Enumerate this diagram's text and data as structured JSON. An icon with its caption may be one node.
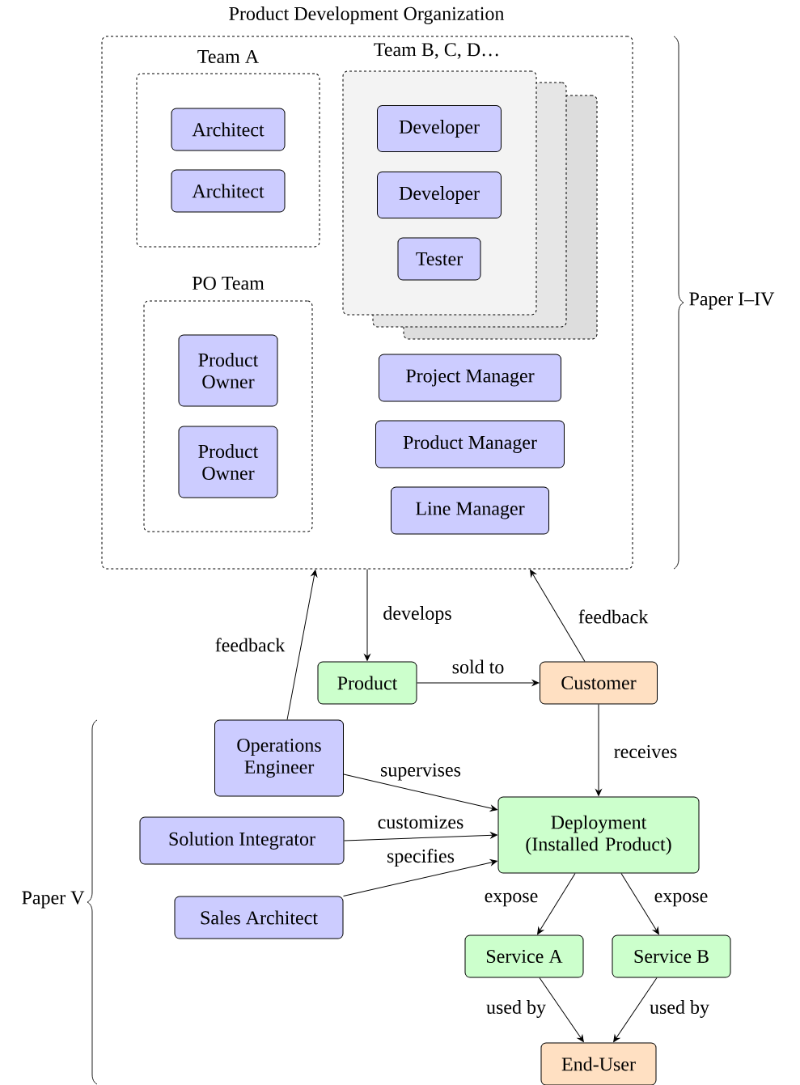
{
  "diagram": {
    "nodes": [
      {
        "text": [
          "Product Development Organization"
        ]
      },
      {
        "text": [
          "Team A"
        ],
        "in": 0
      },
      {
        "text": [
          "Architect"
        ],
        "in": 1
      },
      {
        "text": [
          "Architect"
        ],
        "in": 1
      },
      {
        "text": [],
        "shape": "box",
        "in": 0
      },
      {
        "text": [],
        "shape": "box",
        "in": 0
      },
      {
        "text": [
          "Team B, C, D…"
        ],
        "in": 0
      },
      {
        "text": [
          "Developer"
        ],
        "in": 6
      },
      {
        "text": [
          "Developer"
        ],
        "in": 6
      },
      {
        "text": [
          "Tester"
        ]
      },
      {
        "text": [
          "PO Team"
        ],
        "in": 0
      },
      {
        "text": [
          "Product Owner"
        ],
        "in": 10
      },
      {
        "text": [
          "Product Owner"
        ],
        "in": 10
      },
      {
        "text": [
          "Project Manager"
        ],
        "in": 0
      },
      {
        "text": [
          "Product Manager"
        ],
        "in": 0
      },
      {
        "text": [
          "Line Manager"
        ],
        "in": 0
      },
      {
        "text": [
          "Product"
        ]
      },
      {
        "text": [
          "Customer"
        ]
      },
      {
        "text": [
          "Operations Engineer"
        ]
      },
      {
        "text": [
          "Solution Integrator"
        ]
      },
      {
        "text": [
          "Sales Architect"
        ]
      },
      {
        "text": [
          "Deployment (Installed Product)"
        ]
      },
      {
        "text": [
          "Service A"
        ]
      },
      {
        "text": [
          "Service B"
        ]
      },
      {
        "text": [
          "End-User"
        ]
      }
    ],
    "edges": [
      {
        "from": 0,
        "to": 16,
        "arrow": "to",
        "label": "develops"
      },
      {
        "from": 16,
        "to": 17,
        "arrow": "to",
        "label": "sold to"
      },
      {
        "from": 17,
        "to": 0,
        "arrow": "to",
        "label": "feedback"
      },
      {
        "from": 18,
        "to": 0,
        "arrow": "to",
        "label": "feedback"
      },
      {
        "from": 17,
        "to": 21,
        "arrow": "to",
        "label": "receives"
      },
      {
        "from": 18,
        "to": 21,
        "arrow": "to",
        "label": "supervises"
      },
      {
        "from": 19,
        "to": 21,
        "arrow": "to",
        "label": "customizes"
      },
      {
        "from": 20,
        "to": 21,
        "arrow": "to",
        "label": "specifies"
      },
      {
        "from": 21,
        "to": 22,
        "arrow": "to",
        "label": "expose"
      },
      {
        "from": 21,
        "to": 23,
        "arrow": "to",
        "label": "expose"
      },
      {
        "from": 22,
        "to": 24,
        "arrow": "to",
        "label": "used by"
      },
      {
        "from": 23,
        "to": 24,
        "arrow": "to",
        "label": "used by"
      }
    ],
    "labels": [
      "Paper I–IV",
      "Paper V"
    ]
  }
}
